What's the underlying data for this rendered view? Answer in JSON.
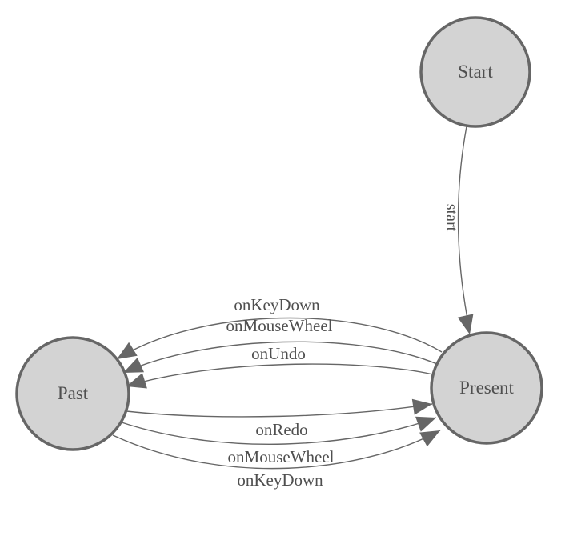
{
  "diagram": {
    "colors": {
      "background": "#ffffff",
      "node_fill": "#d3d3d3",
      "node_stroke": "#666666",
      "edge_color": "#666666",
      "label_color": "#4f4f4f"
    },
    "nodes": [
      {
        "id": "start",
        "label": "Start"
      },
      {
        "id": "past",
        "label": "Past"
      },
      {
        "id": "present",
        "label": "Present"
      }
    ],
    "edges": [
      {
        "from": "start",
        "to": "present",
        "label": "start"
      },
      {
        "from": "present",
        "to": "past",
        "label": "onKeyDown"
      },
      {
        "from": "present",
        "to": "past",
        "label": "onMouseWheel"
      },
      {
        "from": "present",
        "to": "past",
        "label": "onUndo"
      },
      {
        "from": "past",
        "to": "present",
        "label": "onRedo"
      },
      {
        "from": "past",
        "to": "present",
        "label": "onMouseWheel"
      },
      {
        "from": "past",
        "to": "present",
        "label": "onKeyDown"
      }
    ]
  }
}
